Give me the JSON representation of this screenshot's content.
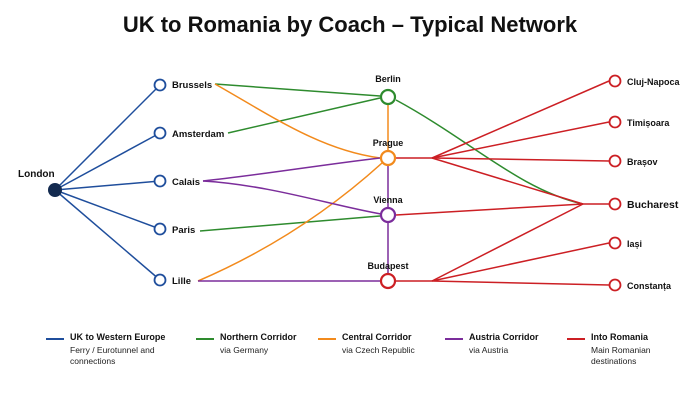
{
  "title": "UK to Romania by Coach – Typical Network",
  "colors": {
    "uk": "#1f4e9c",
    "northern": "#2e8b2e",
    "central": "#f28a1c",
    "austria": "#7b2d9b",
    "romania": "#cc1f24",
    "hub": "#132a4f"
  },
  "nodes": {
    "london": "London",
    "brussels": "Brussels",
    "amsterdam": "Amsterdam",
    "calais": "Calais",
    "paris": "Paris",
    "lille": "Lille",
    "berlin": "Berlin",
    "prague": "Prague",
    "vienna": "Vienna",
    "budapest": "Budapest",
    "cluj": "Cluj-Napoca",
    "timisoara": "Timișoara",
    "brasov": "Brașov",
    "bucharest": "Bucharest",
    "iasi": "Iași",
    "constanta": "Constanța"
  },
  "legend": [
    {
      "name": "UK to Western Europe",
      "desc": "Ferry / Eurotunnel and connections",
      "color": "#1f4e9c"
    },
    {
      "name": "Northern Corridor",
      "desc": "via Germany",
      "color": "#2e8b2e"
    },
    {
      "name": "Central Corridor",
      "desc": "via Czech Republic",
      "color": "#f28a1c"
    },
    {
      "name": "Austria Corridor",
      "desc": "via Austria",
      "color": "#7b2d9b"
    },
    {
      "name": "Into Romania",
      "desc": "Main Romanian destinations",
      "color": "#cc1f24"
    }
  ]
}
